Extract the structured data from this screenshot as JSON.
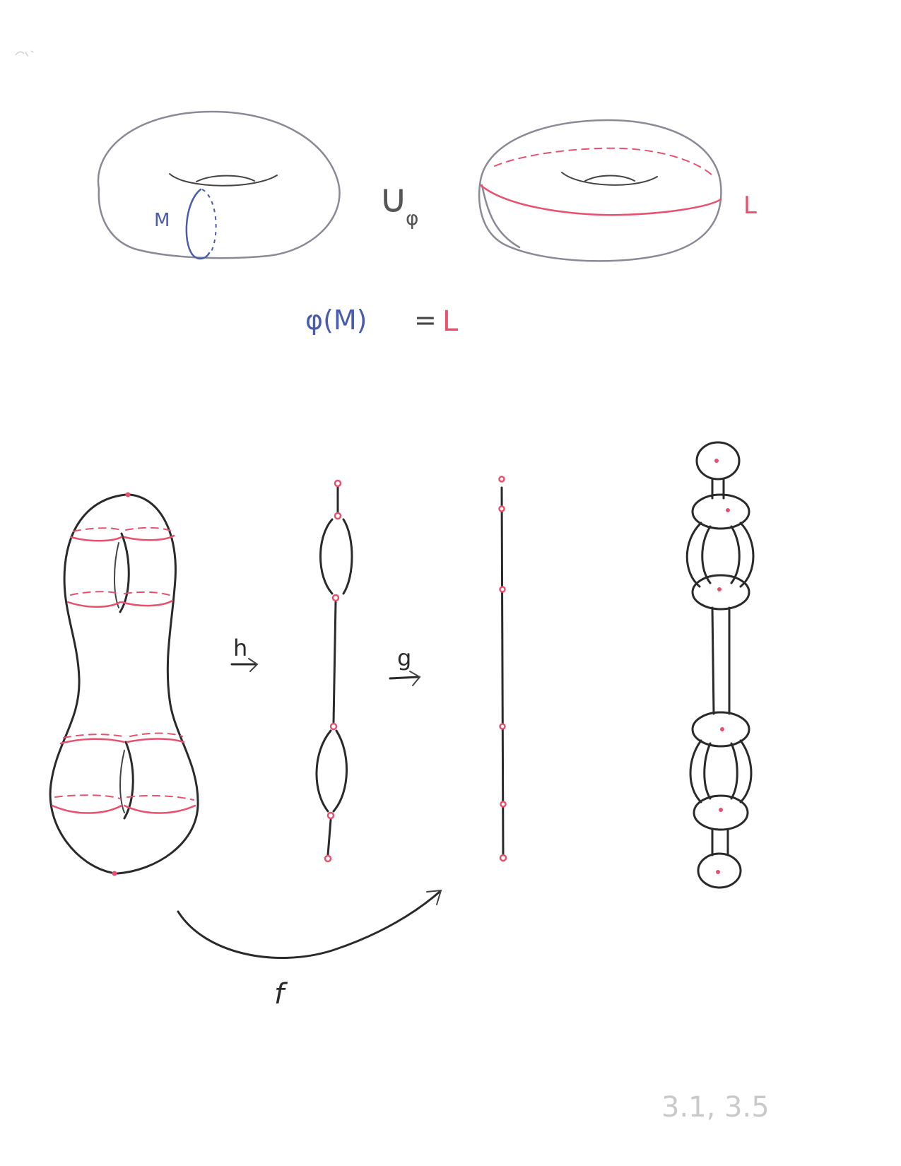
{
  "labels": {
    "meridian": "M",
    "union": "∪",
    "phi_sub": "φ",
    "longitude": "L",
    "equation_lhs": "φ(M)",
    "equation_eq": "=",
    "equation_rhs": "L",
    "map_h": "h",
    "map_g": "g",
    "map_f": "f",
    "page_ref": "3.1, 3.5"
  },
  "colors": {
    "ink": "#2a2a2a",
    "red": "#e8506e",
    "blue": "#4a5cb0",
    "gray": "#8a8a96",
    "pencil": "#c9c9c9"
  }
}
